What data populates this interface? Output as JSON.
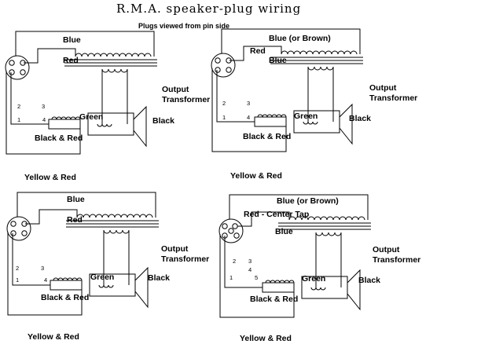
{
  "title": "R.M.A. speaker-plug wiring",
  "subtitle": "Plugs viewed from pin side",
  "diagrams": [
    {
      "id": "top-left",
      "labels": {
        "blue": "Blue",
        "red": "Red",
        "green": "Green",
        "black": "Black",
        "black_red": "Black & Red",
        "yellow_red": "Yellow & Red",
        "output": "Output",
        "transformer": "Transformer"
      },
      "pins": [
        "1",
        "2",
        "3",
        "4"
      ]
    },
    {
      "id": "top-right",
      "labels": {
        "blue_or_brown": "Blue (or Brown)",
        "red": "Red",
        "blue": "Blue",
        "green": "Green",
        "black": "Black",
        "black_red": "Black & Red",
        "yellow_red": "Yellow & Red",
        "output": "Output",
        "transformer": "Transformer"
      },
      "pins": [
        "1",
        "2",
        "3",
        "4"
      ]
    },
    {
      "id": "bottom-left",
      "labels": {
        "blue": "Blue",
        "red": "Red",
        "green": "Green",
        "black": "Black",
        "black_red": "Black & Red",
        "yellow_red": "Yellow & Red",
        "output": "Output",
        "transformer": "Transformer"
      },
      "pins": [
        "1",
        "2",
        "3",
        "4"
      ]
    },
    {
      "id": "bottom-right",
      "labels": {
        "blue_or_brown": "Blue (or Brown)",
        "red_center_tap": "Red - Center Tap",
        "blue": "Blue",
        "green": "Green",
        "black": "Black",
        "black_red": "Black & Red",
        "yellow_red": "Yellow & Red",
        "output": "Output",
        "transformer": "Transformer"
      },
      "pins": [
        "1",
        "2",
        "3",
        "4",
        "5"
      ]
    }
  ]
}
